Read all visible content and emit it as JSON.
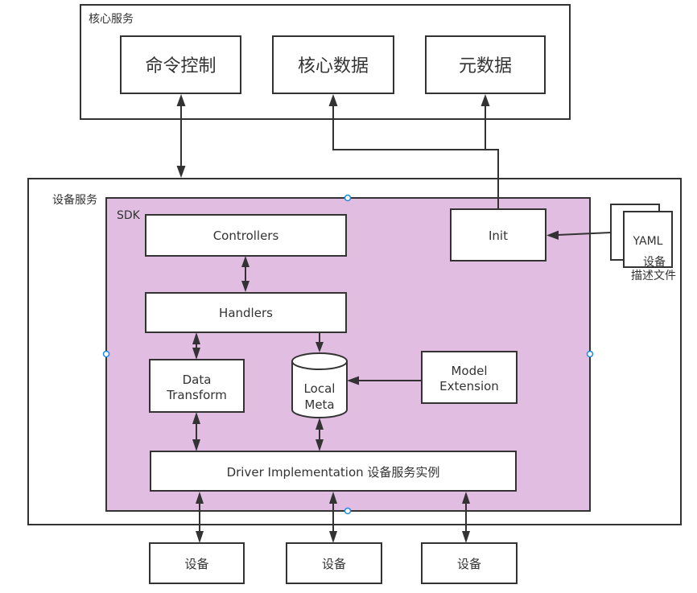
{
  "diagram": {
    "core_services": {
      "label": "核心服务",
      "boxes": [
        {
          "id": "command",
          "label": "命令控制"
        },
        {
          "id": "core-data",
          "label": "核心数据"
        },
        {
          "id": "metadata",
          "label": "元数据"
        }
      ]
    },
    "device_service": {
      "label": "设备服务",
      "sdk": {
        "label": "SDK",
        "controllers": "Controllers",
        "handlers": "Handlers",
        "data_transform": [
          "Data",
          "Transform"
        ],
        "local_meta": [
          "Local",
          "Meta"
        ],
        "model_extension": [
          "Model",
          "Extension"
        ],
        "init": "Init",
        "driver": "Driver Implementation 设备服务实例"
      }
    },
    "yaml_file": {
      "label": "YAML",
      "caption": [
        "设备",
        "描述文件"
      ]
    },
    "devices": [
      {
        "label": "设备"
      },
      {
        "label": "设备"
      },
      {
        "label": "设备"
      }
    ],
    "colors": {
      "sdk_fill": "#e1bee1",
      "stroke": "#333333",
      "handle": "#1e88e5"
    }
  }
}
